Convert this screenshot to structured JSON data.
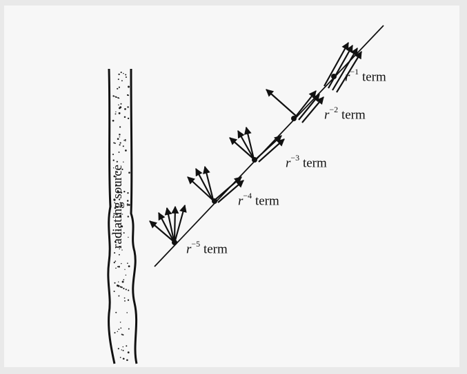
{
  "source": {
    "label": "radiating source"
  },
  "terms": [
    {
      "base": "r",
      "exp": "−1",
      "suffix": " term"
    },
    {
      "base": "r",
      "exp": "−2",
      "suffix": " term"
    },
    {
      "base": "r",
      "exp": "−3",
      "suffix": " term"
    },
    {
      "base": "r",
      "exp": "−4",
      "suffix": " term"
    },
    {
      "base": "r",
      "exp": "−5",
      "suffix": " term"
    }
  ],
  "colors": {
    "ink": "#111111",
    "paper": "#f7f7f7",
    "border": "#e9e9e9"
  }
}
